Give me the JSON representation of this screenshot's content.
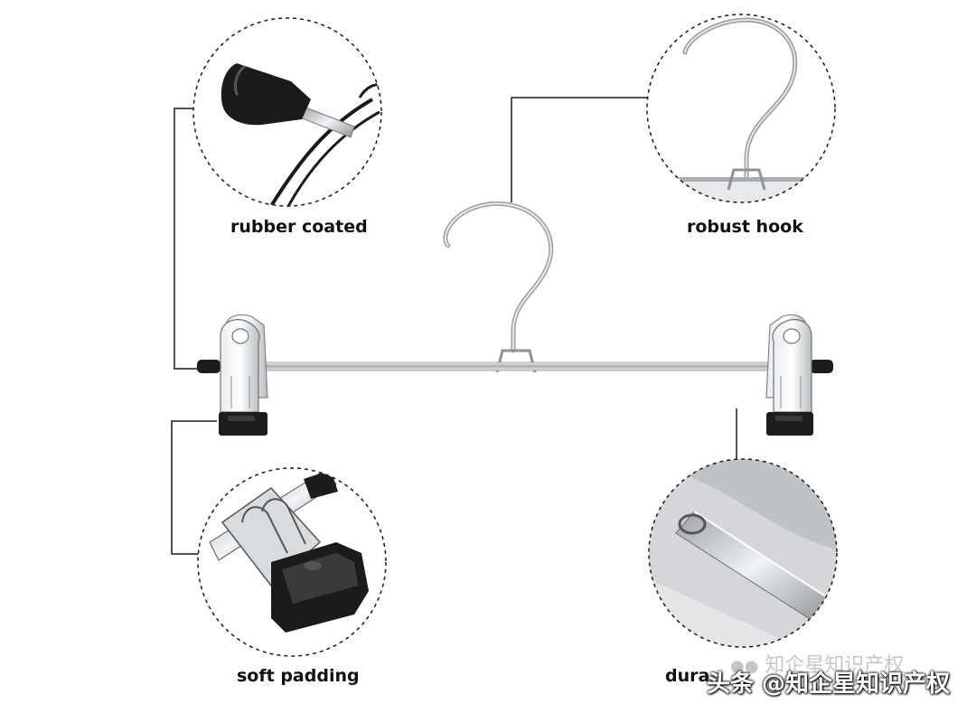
{
  "labels": {
    "top_left": "rubber coated",
    "top_right": "robust hook",
    "bottom_left": "soft padding",
    "bottom_right": "dura"
  },
  "watermark": {
    "faint_text": "知企星知识产权",
    "overlay_text": "头条 @知企星知识产权"
  },
  "colors": {
    "line": "#1a1a1a",
    "metal": "#b9bcc0",
    "rubber": "#1c1c1c",
    "clip": "#dcdfe3"
  }
}
